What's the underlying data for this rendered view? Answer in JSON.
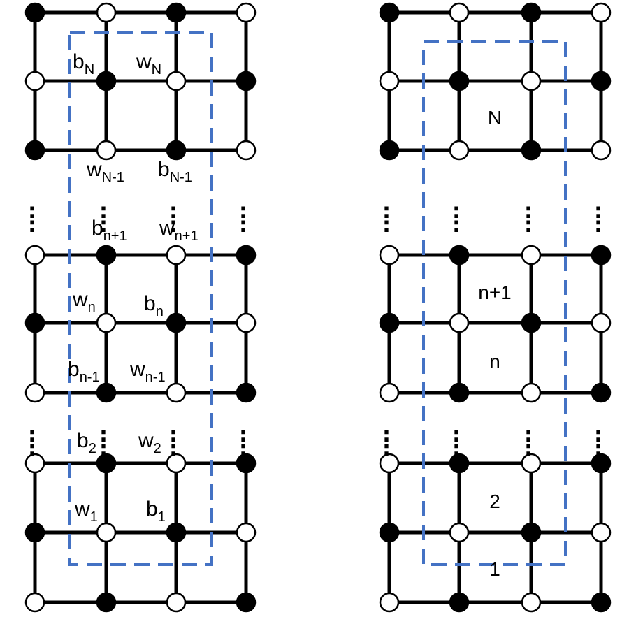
{
  "left_labels": {
    "bN": {
      "base": "b",
      "sub": "N"
    },
    "wN": {
      "base": "w",
      "sub": "N"
    },
    "wN_1": {
      "base": "w",
      "sub": "N-1"
    },
    "bN_1": {
      "base": "b",
      "sub": "N-1"
    },
    "bn1": {
      "base": "b",
      "sub": "n+1"
    },
    "wn1": {
      "base": "w",
      "sub": "n+1"
    },
    "wn": {
      "base": "w",
      "sub": "n"
    },
    "bn": {
      "base": "b",
      "sub": "n"
    },
    "bnm1": {
      "base": "b",
      "sub": "n-1"
    },
    "wnm1": {
      "base": "w",
      "sub": "n-1"
    },
    "b2": {
      "base": "b",
      "sub": "2"
    },
    "w2": {
      "base": "w",
      "sub": "2"
    },
    "w1": {
      "base": "w",
      "sub": "1"
    },
    "b1": {
      "base": "b",
      "sub": "1"
    }
  },
  "right_labels": {
    "N": "N",
    "n_plus_1": "n+1",
    "n": "n",
    "two": "2",
    "one": "1"
  },
  "dots": ":"
}
